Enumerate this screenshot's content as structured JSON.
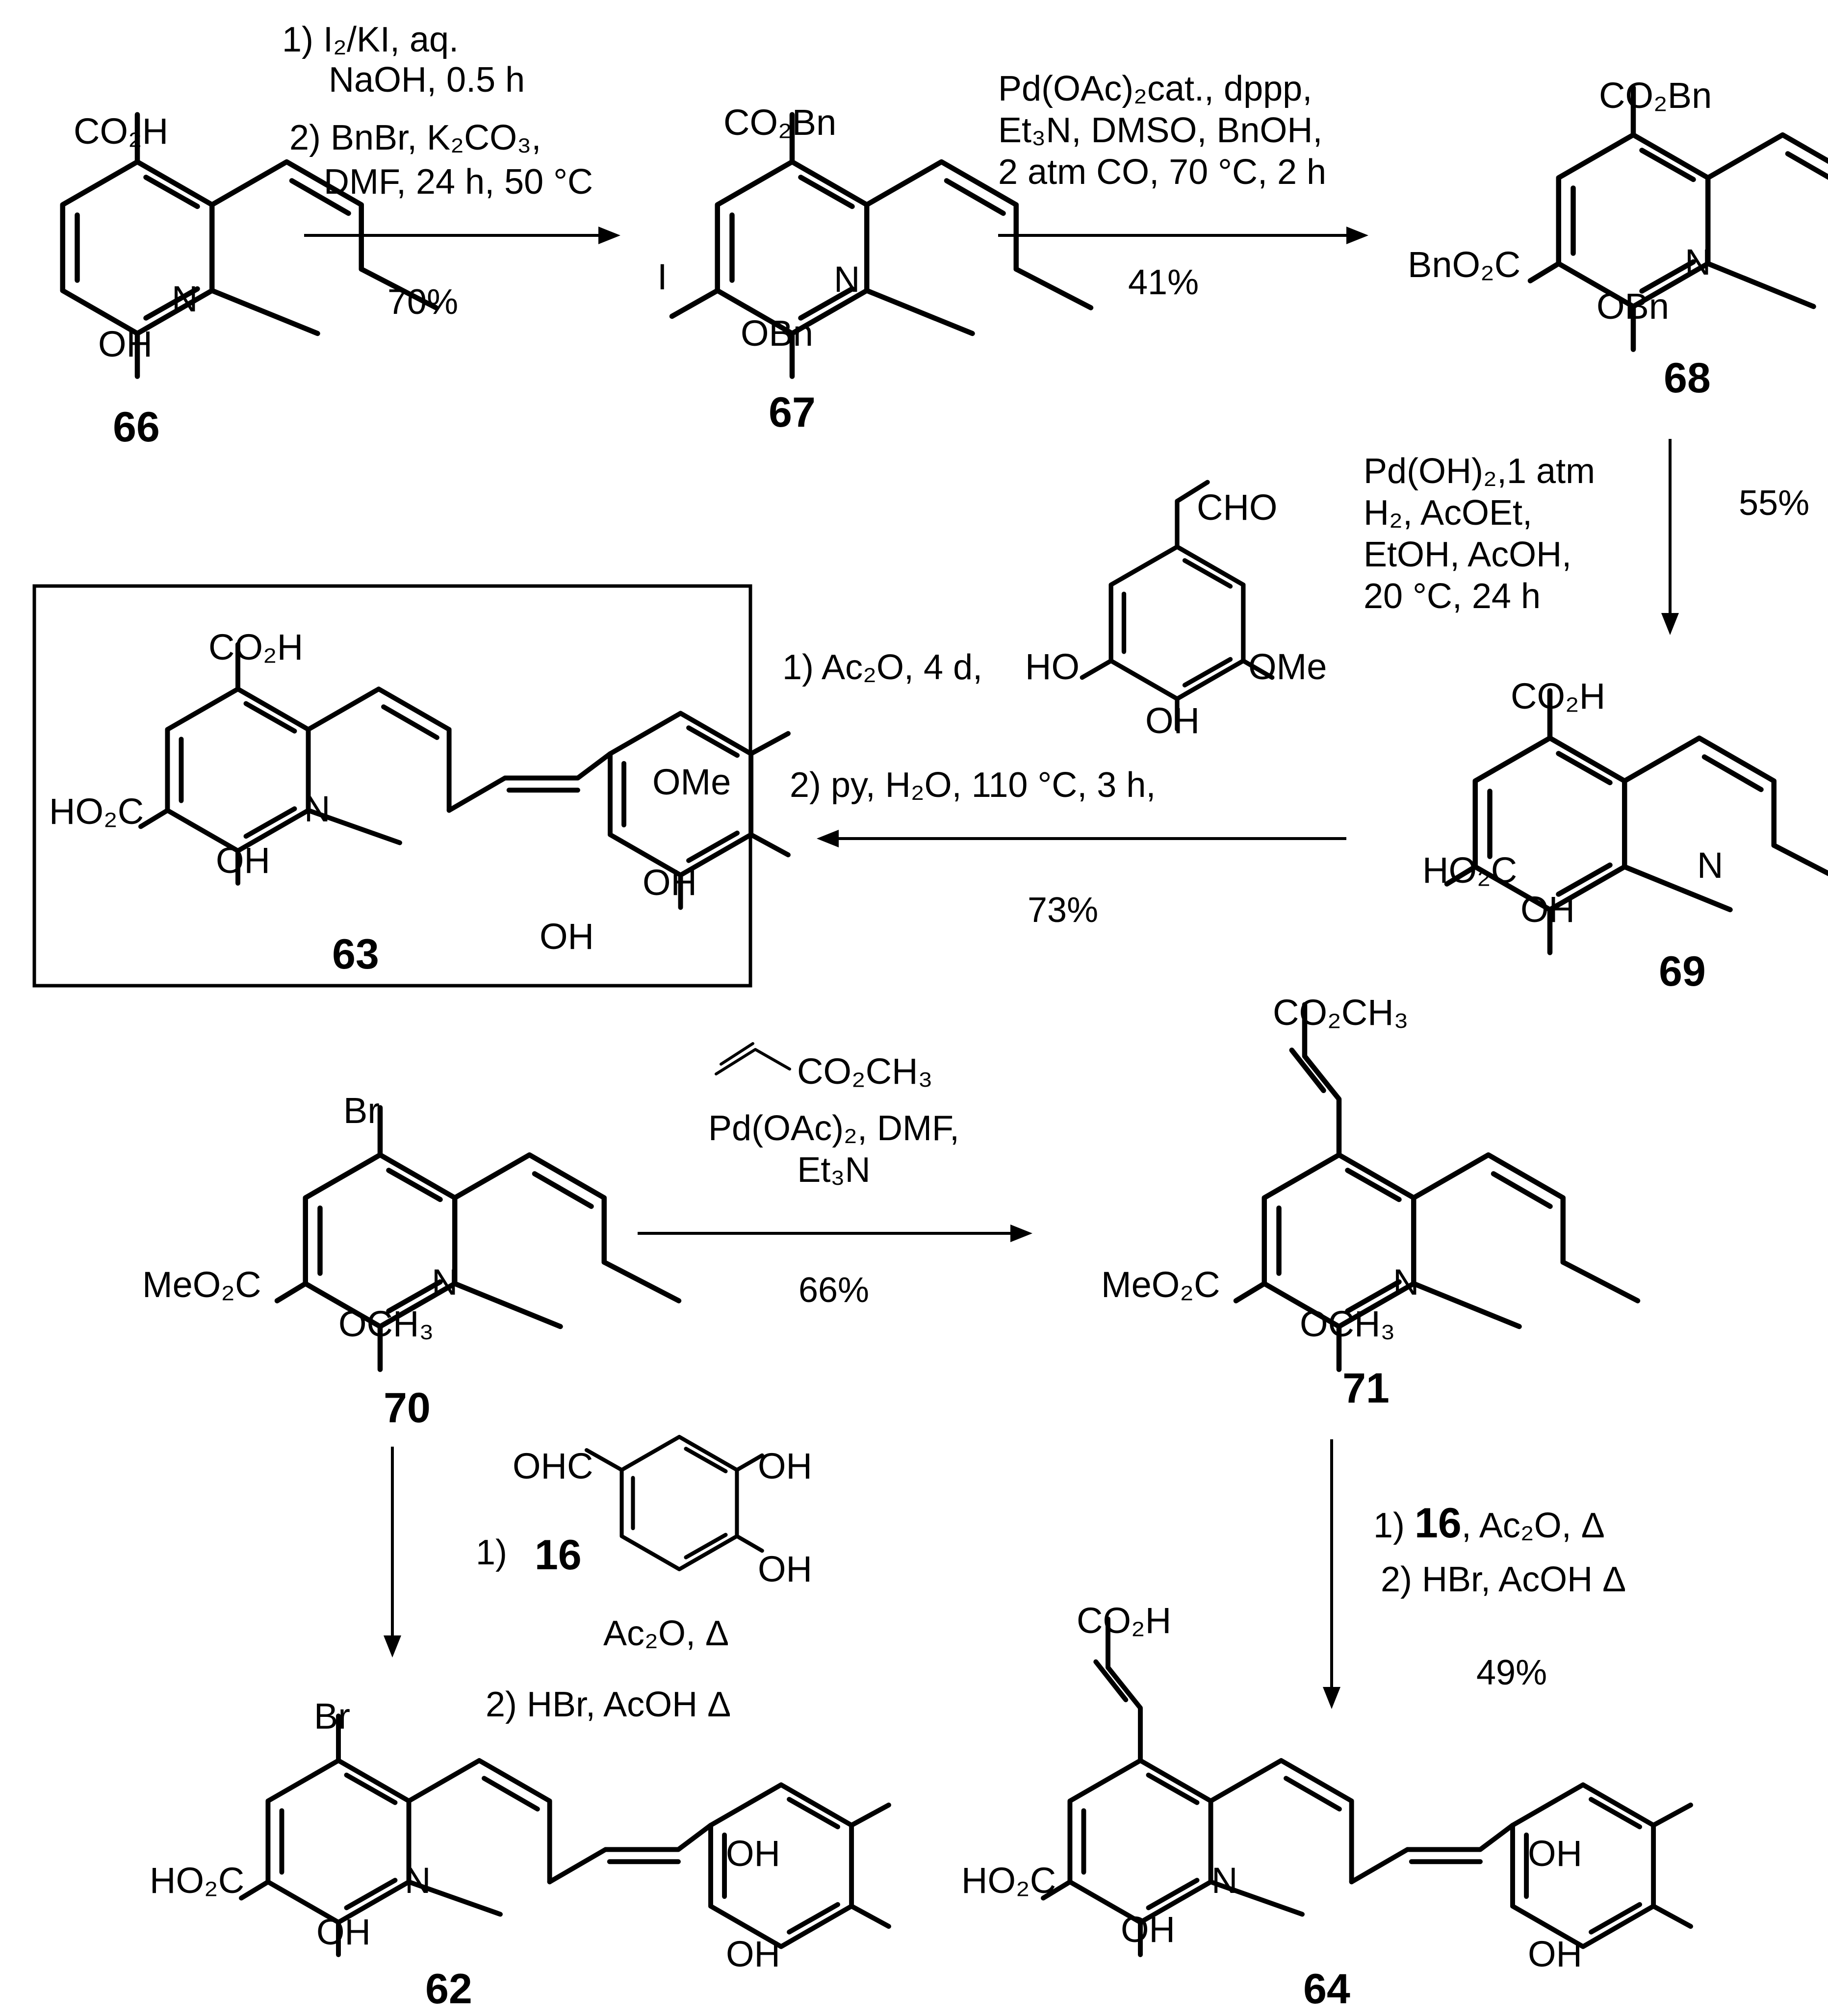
{
  "compounds": {
    "c66": {
      "number": "66",
      "substituents": {
        "top": "CO₂H",
        "bottom": "OH",
        "ring_n": "N"
      }
    },
    "c67": {
      "number": "67",
      "substituents": {
        "top": "CO₂Bn",
        "left": "I",
        "bottom": "OBn",
        "ring_n": "N"
      }
    },
    "c68": {
      "number": "68",
      "substituents": {
        "top": "CO₂Bn",
        "left": "BnO₂C",
        "bottom": "OBn",
        "ring_n": "N"
      }
    },
    "c69": {
      "number": "69",
      "substituents": {
        "top": "CO₂H",
        "left": "HO₂C",
        "bottom": "OH",
        "ring_n": "N"
      }
    },
    "c63": {
      "number": "63",
      "substituents": {
        "top": "CO₂H",
        "left": "HO₂C",
        "bottom": "OH",
        "ring_n": "N",
        "aryl_ome": "OMe",
        "aryl_oh_para": "OH",
        "aryl_oh_meta": "OH"
      }
    },
    "c70": {
      "number": "70",
      "substituents": {
        "top": "Br",
        "left": "MeO₂C",
        "bottom": "OCH₃",
        "ring_n": "N"
      }
    },
    "c71": {
      "number": "71",
      "substituents": {
        "top": "CO₂CH₃",
        "left": "MeO₂C",
        "bottom": "OCH₃",
        "ring_n": "N"
      }
    },
    "c62": {
      "number": "62",
      "substituents": {
        "top": "Br",
        "left": "HO₂C",
        "bottom": "OH",
        "ring_n": "N",
        "aryl_oh_meta": "OH",
        "aryl_oh_para": "OH"
      }
    },
    "c64": {
      "number": "64",
      "substituents": {
        "top": "CO₂H",
        "left": "HO₂C",
        "bottom": "OH",
        "ring_n": "N",
        "aryl_oh_meta": "OH",
        "aryl_oh_para": "OH"
      }
    }
  },
  "reagents": {
    "aldehyde_a": {
      "cho": "CHO",
      "ho": "HO",
      "oh": "OH",
      "ome": "OMe"
    },
    "acrylate": {
      "ester": "CO₂CH₃"
    },
    "aldehyde_16": {
      "label": "16",
      "ohc": "OHC",
      "oh1": "OH",
      "oh2": "OH"
    }
  },
  "steps": {
    "s1": {
      "lines": [
        "1) I₂/KI, aq.",
        "NaOH, 0.5 h",
        "2) BnBr, K₂CO₃,",
        "DMF, 24 h, 50 °C"
      ],
      "yield": "70%"
    },
    "s2": {
      "lines": [
        "Pd(OAc)₂cat., dppp,",
        "Et₃N, DMSO, BnOH,",
        "2 atm CO, 70 °C, 2 h"
      ],
      "yield": "41%"
    },
    "s3": {
      "lines": [
        "Pd(OH)₂,1 atm",
        "H₂, AcOEt,",
        "EtOH, AcOH,",
        "20 °C, 24 h"
      ],
      "yield": "55%"
    },
    "s4": {
      "line1": "1) Ac₂O, 4 d,",
      "line2": "2) py, H₂O, 110 °C, 3 h,",
      "yield": "73%"
    },
    "s5": {
      "lines": [
        "Pd(OAc)₂, DMF,",
        "Et₃N"
      ],
      "yield": "66%"
    },
    "s6": {
      "prefix": "1)",
      "line2": "Ac₂O, Δ",
      "line3": "2) HBr, AcOH Δ"
    },
    "s7": {
      "line1_prefix": "1) ",
      "line1_bold": "16",
      "line1_rest": ", Ac₂O, Δ",
      "line2": "2) HBr, AcOH Δ",
      "yield": "49%"
    }
  }
}
